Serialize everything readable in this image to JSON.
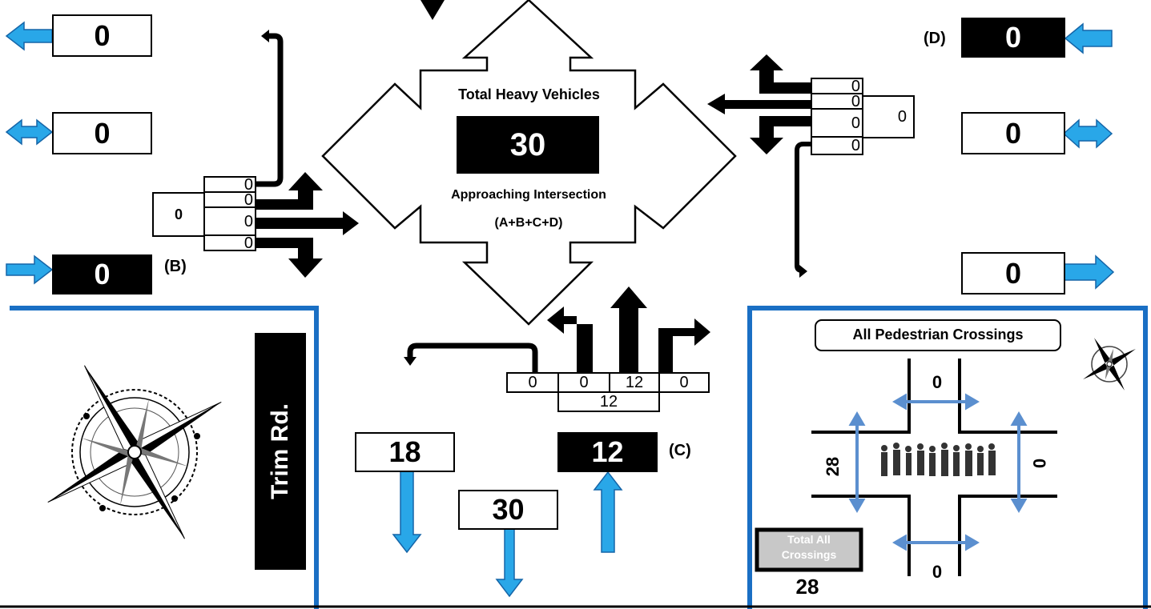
{
  "center": {
    "title": "Total Heavy Vehicles",
    "total": "30",
    "subtitle": "Approaching Intersection",
    "formula": "(A+B+C+D)"
  },
  "west": {
    "label": "(B)",
    "top_out": "0",
    "mid_total": "0",
    "approach": "0",
    "cells": [
      "0",
      "0",
      "0",
      "0"
    ],
    "cell_total": "0"
  },
  "east": {
    "label": "(D)",
    "approach": "0",
    "mid_total": "0",
    "bottom_out": "0",
    "cells": [
      "0",
      "0",
      "0",
      "0"
    ],
    "cell_total": "0"
  },
  "south": {
    "label": "(C)",
    "out": "18",
    "total": "30",
    "approach": "12",
    "cells": [
      "0",
      "0",
      "12",
      "0"
    ],
    "cell_total": "12"
  },
  "street_name": "Trim Rd.",
  "pedestrian": {
    "title": "All Pedestrian Crossings",
    "north": "0",
    "south": "0",
    "west": "28",
    "east": "0",
    "total_label": "Total All Crossings",
    "total": "28"
  },
  "colors": {
    "accent": "#1a6fc4",
    "arrow": "#29a7e8",
    "dark": "#000000"
  }
}
